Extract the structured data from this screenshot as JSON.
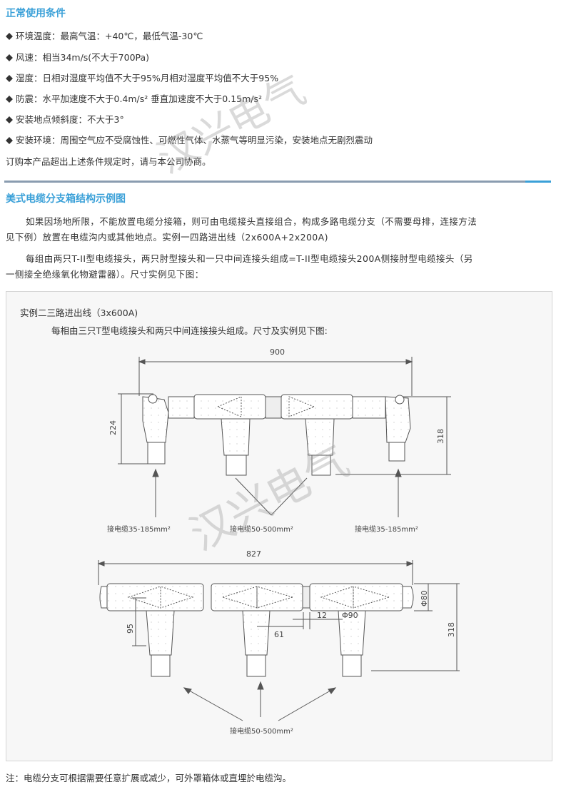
{
  "section1": {
    "title": "正常使用条件",
    "items": [
      "环境温度：最高气温：+40℃，最低气温-30℃",
      "风速：相当34m/s(不大于700Pa)",
      "湿度：日相对湿度平均值不大于95%月相对湿度平均值不大于95%",
      "防震：水平加速度不大于0.4m/s² 垂直加速度不大于0.15m/s²",
      "安装地点倾斜度：不大于3°",
      "安装环境：周围空气应不受腐蚀性、可燃性气体、水蒸气等明显污染，安装地点无剧烈震动"
    ],
    "footer": "订购本产品超出上述条件规定时，请与本公司协商。"
  },
  "section2": {
    "title": "美式电缆分支箱结构示例图",
    "para1_line1": "如果因场地所限，不能放置电缆分接箱，则可由电缆接头直接组合，构成多路电缆分支（不需要母排，连接方法",
    "para1_line2": "见下例）放置在电缆沟内或其他地点。实例一四路进出线（2x600A+2x200A)",
    "para2_line1": "每组由两只T-II型电缆接头，两只肘型接头和一只中间连接头组成=T-II型电缆接头200A侧接肘型电缆接头（另",
    "para2_line2": "一侧接全绝缘氧化物避雷器）。尺寸实例见下图："
  },
  "example": {
    "title": "实例二三路进出线（3x600A)",
    "subtitle": "每相由三只T型电缆接头和两只中间连接接头组成。尺寸及实例见下图:"
  },
  "diagram1": {
    "dim_width": "900",
    "dim_left_height": "224",
    "dim_right_height": "318",
    "label_left": "接电缆35-185mm²",
    "label_mid": "接电缆50-500mm²",
    "label_right": "接电缆35-185mm²"
  },
  "diagram2": {
    "dim_width": "827",
    "dim_95": "95",
    "dim_61": "61",
    "dim_12": "12",
    "dim_phi90": "Φ90",
    "dim_phi80": "Φ80",
    "dim_318": "318",
    "label_bottom": "接电缆50-500mm²"
  },
  "watermark": "汉兴电气",
  "note": "注：电缆分支可根据需要任意扩展或减少，可外罩箱体或直埋於电缆沟。"
}
